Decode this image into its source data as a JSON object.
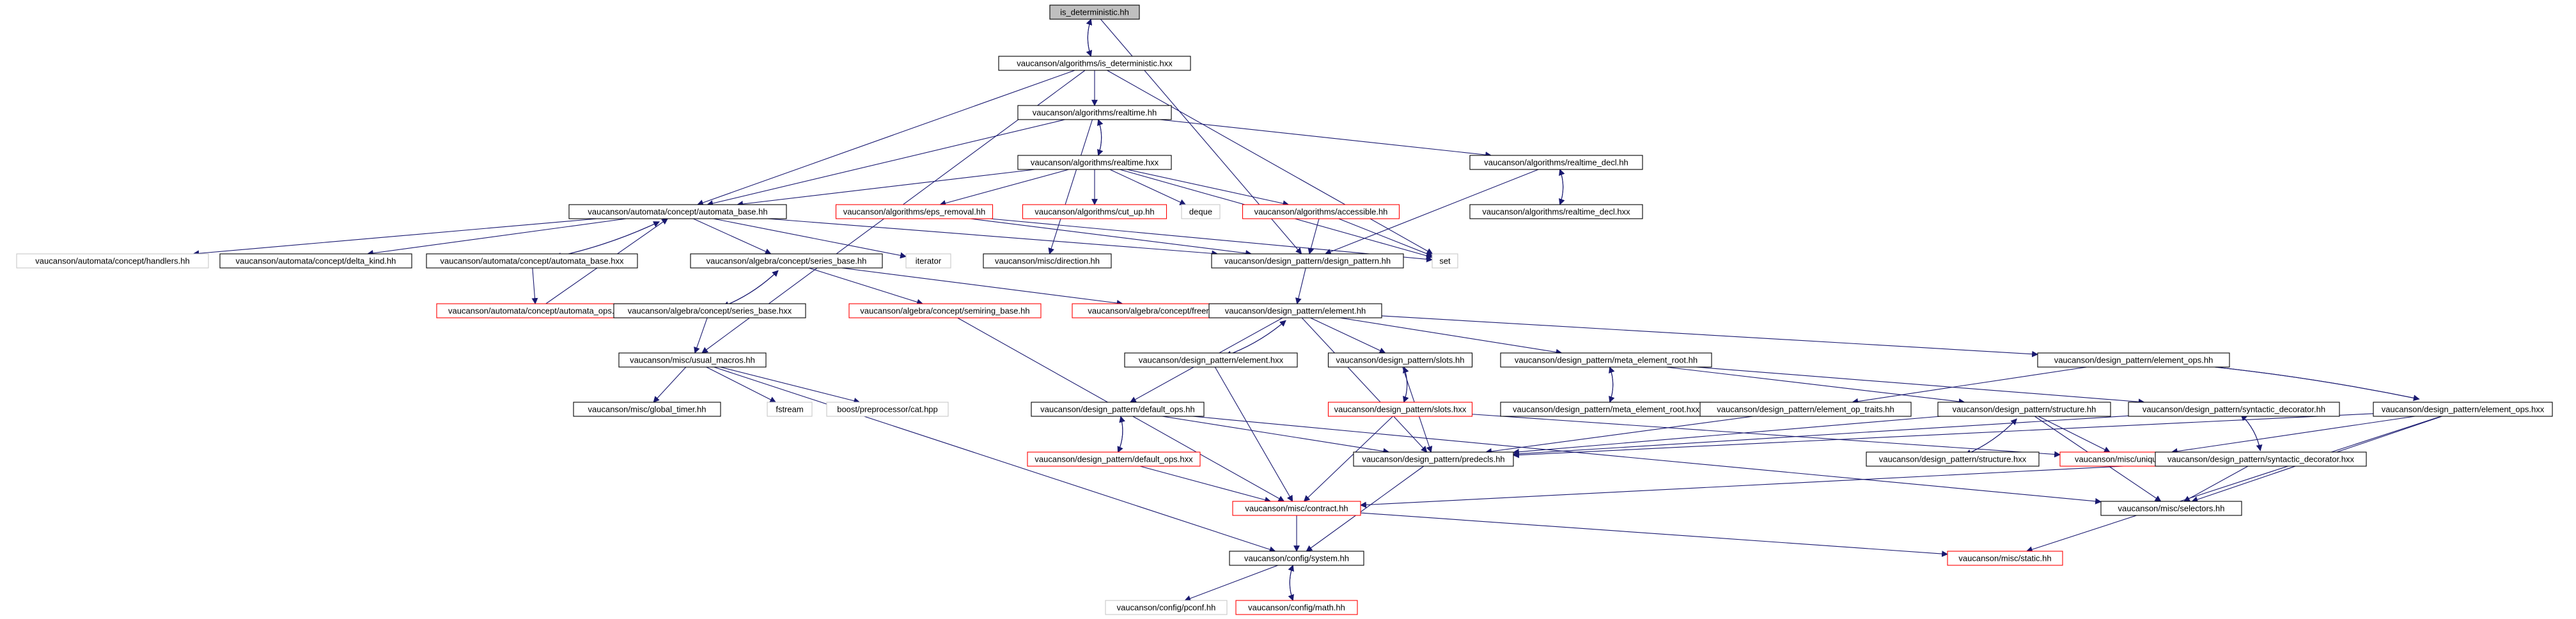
{
  "graph": {
    "root": "n_root",
    "nodes": [
      {
        "id": "n_root",
        "label": "is_deterministic.hh",
        "kind": "root"
      },
      {
        "id": "n_isdet_hxx",
        "label": "vaucanson/algorithms/is_deterministic.hxx",
        "kind": "normal"
      },
      {
        "id": "n_realtime_hh",
        "label": "vaucanson/algorithms/realtime.hh",
        "kind": "normal"
      },
      {
        "id": "n_realtime_hxx",
        "label": "vaucanson/algorithms/realtime.hxx",
        "kind": "normal"
      },
      {
        "id": "n_realtime_decl_hh",
        "label": "vaucanson/algorithms/realtime_decl.hh",
        "kind": "normal"
      },
      {
        "id": "n_realtime_decl_hxx",
        "label": "vaucanson/algorithms/realtime_decl.hxx",
        "kind": "normal"
      },
      {
        "id": "n_automata_base_hh",
        "label": "vaucanson/automata/concept/automata_base.hh",
        "kind": "normal"
      },
      {
        "id": "n_eps_removal",
        "label": "vaucanson/algorithms/eps_removal.hh",
        "kind": "missing"
      },
      {
        "id": "n_cut_up",
        "label": "vaucanson/algorithms/cut_up.hh",
        "kind": "missing"
      },
      {
        "id": "n_deque",
        "label": "deque",
        "kind": "external"
      },
      {
        "id": "n_accessible",
        "label": "vaucanson/algorithms/accessible.hh",
        "kind": "missing"
      },
      {
        "id": "n_handlers",
        "label": "vaucanson/automata/concept/handlers.hh",
        "kind": "external"
      },
      {
        "id": "n_delta_kind",
        "label": "vaucanson/automata/concept/delta_kind.hh",
        "kind": "normal"
      },
      {
        "id": "n_automata_base_hxx",
        "label": "vaucanson/automata/concept/automata_base.hxx",
        "kind": "normal"
      },
      {
        "id": "n_series_base_hh",
        "label": "vaucanson/algebra/concept/series_base.hh",
        "kind": "normal"
      },
      {
        "id": "n_iterator",
        "label": "iterator",
        "kind": "external"
      },
      {
        "id": "n_direction",
        "label": "vaucanson/misc/direction.hh",
        "kind": "normal"
      },
      {
        "id": "n_design_pattern_hh",
        "label": "vaucanson/design_pattern/design_pattern.hh",
        "kind": "normal"
      },
      {
        "id": "n_set",
        "label": "set",
        "kind": "external"
      },
      {
        "id": "n_automata_ops",
        "label": "vaucanson/automata/concept/automata_ops.hh",
        "kind": "missing"
      },
      {
        "id": "n_series_base_hxx",
        "label": "vaucanson/algebra/concept/series_base.hxx",
        "kind": "normal"
      },
      {
        "id": "n_semiring_base",
        "label": "vaucanson/algebra/concept/semiring_base.hh",
        "kind": "missing"
      },
      {
        "id": "n_freemonoid_base",
        "label": "vaucanson/algebra/concept/freemonoid_base.hh",
        "kind": "missing"
      },
      {
        "id": "n_element_hh",
        "label": "vaucanson/design_pattern/element.hh",
        "kind": "normal"
      },
      {
        "id": "n_usual_macros",
        "label": "vaucanson/misc/usual_macros.hh",
        "kind": "normal"
      },
      {
        "id": "n_element_hxx",
        "label": "vaucanson/design_pattern/element.hxx",
        "kind": "normal"
      },
      {
        "id": "n_slots_hh",
        "label": "vaucanson/design_pattern/slots.hh",
        "kind": "normal"
      },
      {
        "id": "n_meta_root_hh",
        "label": "vaucanson/design_pattern/meta_element_root.hh",
        "kind": "normal"
      },
      {
        "id": "n_element_ops_hh",
        "label": "vaucanson/design_pattern/element_ops.hh",
        "kind": "normal"
      },
      {
        "id": "n_global_timer",
        "label": "vaucanson/misc/global_timer.hh",
        "kind": "normal"
      },
      {
        "id": "n_fstream",
        "label": "fstream",
        "kind": "external"
      },
      {
        "id": "n_boost_cat",
        "label": "boost/preprocessor/cat.hpp",
        "kind": "external"
      },
      {
        "id": "n_default_ops_hh",
        "label": "vaucanson/design_pattern/default_ops.hh",
        "kind": "normal"
      },
      {
        "id": "n_slots_hxx",
        "label": "vaucanson/design_pattern/slots.hxx",
        "kind": "missing"
      },
      {
        "id": "n_meta_root_hxx",
        "label": "vaucanson/design_pattern/meta_element_root.hxx",
        "kind": "normal"
      },
      {
        "id": "n_op_traits",
        "label": "vaucanson/design_pattern/element_op_traits.hh",
        "kind": "normal"
      },
      {
        "id": "n_structure_hh",
        "label": "vaucanson/design_pattern/structure.hh",
        "kind": "normal"
      },
      {
        "id": "n_synt_dec_hh",
        "label": "vaucanson/design_pattern/syntactic_decorator.hh",
        "kind": "normal"
      },
      {
        "id": "n_element_ops_hxx",
        "label": "vaucanson/design_pattern/element_ops.hxx",
        "kind": "normal"
      },
      {
        "id": "n_default_ops_hxx",
        "label": "vaucanson/design_pattern/default_ops.hxx",
        "kind": "missing"
      },
      {
        "id": "n_predecls",
        "label": "vaucanson/design_pattern/predecls.hh",
        "kind": "normal"
      },
      {
        "id": "n_structure_hxx",
        "label": "vaucanson/design_pattern/structure.hxx",
        "kind": "normal"
      },
      {
        "id": "n_unique",
        "label": "vaucanson/misc/unique.hh",
        "kind": "missing"
      },
      {
        "id": "n_synt_dec_hxx",
        "label": "vaucanson/design_pattern/syntactic_decorator.hxx",
        "kind": "normal"
      },
      {
        "id": "n_contract",
        "label": "vaucanson/misc/contract.hh",
        "kind": "missing"
      },
      {
        "id": "n_selectors",
        "label": "vaucanson/misc/selectors.hh",
        "kind": "normal"
      },
      {
        "id": "n_system",
        "label": "vaucanson/config/system.hh",
        "kind": "normal"
      },
      {
        "id": "n_static",
        "label": "vaucanson/misc/static.hh",
        "kind": "missing"
      },
      {
        "id": "n_pconf",
        "label": "vaucanson/config/pconf.hh",
        "kind": "external"
      },
      {
        "id": "n_math",
        "label": "vaucanson/config/math.hh",
        "kind": "missing"
      }
    ],
    "edges": [
      [
        "n_root",
        "n_isdet_hxx"
      ],
      [
        "n_isdet_hxx",
        "n_root"
      ],
      [
        "n_root",
        "n_design_pattern_hh"
      ],
      [
        "n_isdet_hxx",
        "n_realtime_hh"
      ],
      [
        "n_isdet_hxx",
        "n_automata_base_hh"
      ],
      [
        "n_isdet_hxx",
        "n_set"
      ],
      [
        "n_isdet_hxx",
        "n_usual_macros"
      ],
      [
        "n_realtime_hh",
        "n_realtime_hxx"
      ],
      [
        "n_realtime_hxx",
        "n_realtime_hh"
      ],
      [
        "n_realtime_hh",
        "n_realtime_decl_hh"
      ],
      [
        "n_realtime_hh",
        "n_automata_base_hh"
      ],
      [
        "n_realtime_hh",
        "n_direction"
      ],
      [
        "n_realtime_hxx",
        "n_automata_base_hh"
      ],
      [
        "n_realtime_hxx",
        "n_eps_removal"
      ],
      [
        "n_realtime_hxx",
        "n_cut_up"
      ],
      [
        "n_realtime_hxx",
        "n_deque"
      ],
      [
        "n_realtime_hxx",
        "n_accessible"
      ],
      [
        "n_realtime_hxx",
        "n_set"
      ],
      [
        "n_realtime_decl_hh",
        "n_realtime_decl_hxx"
      ],
      [
        "n_realtime_decl_hxx",
        "n_realtime_decl_hh"
      ],
      [
        "n_realtime_decl_hh",
        "n_design_pattern_hh"
      ],
      [
        "n_eps_removal",
        "n_design_pattern_hh"
      ],
      [
        "n_eps_removal",
        "n_set"
      ],
      [
        "n_accessible",
        "n_design_pattern_hh"
      ],
      [
        "n_accessible",
        "n_set"
      ],
      [
        "n_automata_base_hh",
        "n_handlers"
      ],
      [
        "n_automata_base_hh",
        "n_delta_kind"
      ],
      [
        "n_automata_base_hh",
        "n_automata_base_hxx"
      ],
      [
        "n_automata_base_hxx",
        "n_automata_base_hh"
      ],
      [
        "n_automata_base_hh",
        "n_series_base_hh"
      ],
      [
        "n_automata_base_hh",
        "n_iterator"
      ],
      [
        "n_automata_base_hh",
        "n_design_pattern_hh"
      ],
      [
        "n_automata_base_hxx",
        "n_automata_ops"
      ],
      [
        "n_automata_ops",
        "n_automata_base_hh"
      ],
      [
        "n_series_base_hh",
        "n_series_base_hxx"
      ],
      [
        "n_series_base_hxx",
        "n_series_base_hh"
      ],
      [
        "n_series_base_hh",
        "n_semiring_base"
      ],
      [
        "n_series_base_hh",
        "n_freemonoid_base"
      ],
      [
        "n_series_base_hxx",
        "n_usual_macros"
      ],
      [
        "n_semiring_base",
        "n_contract"
      ],
      [
        "n_design_pattern_hh",
        "n_element_hh"
      ],
      [
        "n_element_hh",
        "n_element_hxx"
      ],
      [
        "n_element_hxx",
        "n_element_hh"
      ],
      [
        "n_element_hh",
        "n_slots_hh"
      ],
      [
        "n_element_hh",
        "n_meta_root_hh"
      ],
      [
        "n_element_hh",
        "n_element_ops_hh"
      ],
      [
        "n_element_hh",
        "n_default_ops_hh"
      ],
      [
        "n_element_hh",
        "n_predecls"
      ],
      [
        "n_element_hxx",
        "n_contract"
      ],
      [
        "n_usual_macros",
        "n_global_timer"
      ],
      [
        "n_usual_macros",
        "n_fstream"
      ],
      [
        "n_usual_macros",
        "n_boost_cat"
      ],
      [
        "n_usual_macros",
        "n_system"
      ],
      [
        "n_slots_hh",
        "n_slots_hxx"
      ],
      [
        "n_slots_hxx",
        "n_slots_hh"
      ],
      [
        "n_slots_hh",
        "n_predecls"
      ],
      [
        "n_slots_hxx",
        "n_contract"
      ],
      [
        "n_slots_hxx",
        "n_unique"
      ],
      [
        "n_meta_root_hh",
        "n_meta_root_hxx"
      ],
      [
        "n_meta_root_hxx",
        "n_meta_root_hh"
      ],
      [
        "n_meta_root_hh",
        "n_structure_hh"
      ],
      [
        "n_meta_root_hh",
        "n_synt_dec_hh"
      ],
      [
        "n_element_ops_hh",
        "n_element_ops_hxx"
      ],
      [
        "n_element_ops_hxx",
        "n_element_ops_hh"
      ],
      [
        "n_element_ops_hh",
        "n_op_traits"
      ],
      [
        "n_element_ops_hxx",
        "n_unique"
      ],
      [
        "n_element_ops_hxx",
        "n_selectors"
      ],
      [
        "n_element_ops_hxx",
        "n_static"
      ],
      [
        "n_element_ops_hxx",
        "n_predecls"
      ],
      [
        "n_default_ops_hh",
        "n_default_ops_hxx"
      ],
      [
        "n_default_ops_hxx",
        "n_default_ops_hh"
      ],
      [
        "n_default_ops_hh",
        "n_predecls"
      ],
      [
        "n_default_ops_hh",
        "n_selectors"
      ],
      [
        "n_default_ops_hxx",
        "n_contract"
      ],
      [
        "n_op_traits",
        "n_predecls"
      ],
      [
        "n_structure_hh",
        "n_structure_hxx"
      ],
      [
        "n_structure_hxx",
        "n_structure_hh"
      ],
      [
        "n_structure_hh",
        "n_predecls"
      ],
      [
        "n_structure_hh",
        "n_unique"
      ],
      [
        "n_structure_hh",
        "n_selectors"
      ],
      [
        "n_synt_dec_hh",
        "n_synt_dec_hxx"
      ],
      [
        "n_synt_dec_hxx",
        "n_synt_dec_hh"
      ],
      [
        "n_synt_dec_hh",
        "n_predecls"
      ],
      [
        "n_synt_dec_hxx",
        "n_selectors"
      ],
      [
        "n_synt_dec_hxx",
        "n_contract"
      ],
      [
        "n_predecls",
        "n_system"
      ],
      [
        "n_contract",
        "n_system"
      ],
      [
        "n_contract",
        "n_static"
      ],
      [
        "n_system",
        "n_pconf"
      ],
      [
        "n_system",
        "n_math"
      ],
      [
        "n_math",
        "n_system"
      ]
    ]
  }
}
